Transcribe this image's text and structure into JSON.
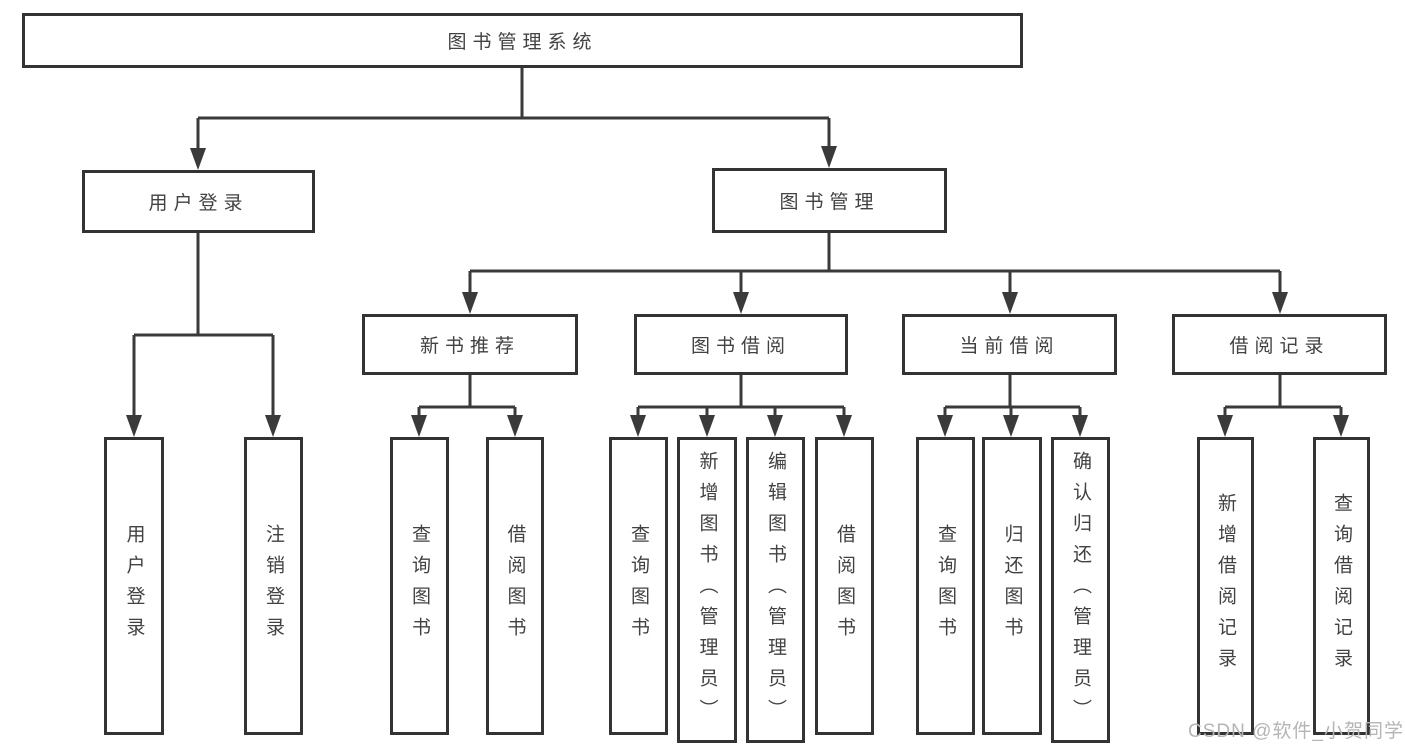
{
  "nodes": {
    "root": "图书管理系统",
    "user_login": "用户登录",
    "book_mgmt": "图书管理",
    "new_book_rec": "新书推荐",
    "book_borrow": "图书借阅",
    "current_borrow": "当前借阅",
    "borrow_records": "借阅记录",
    "leaf_user_login": "用户登录",
    "leaf_logout": "注销登录",
    "rec_query_books": "查询图书",
    "rec_borrow_books": "借阅图书",
    "bb_query_books": "查询图书",
    "bb_add_books": "新增图书（管理员）",
    "bb_edit_books": "编辑图书（管理员）",
    "bb_borrow_books": "借阅图书",
    "cb_query_books": "查询图书",
    "cb_return_books": "归还图书",
    "cb_confirm_return": "确认归还（管理员）",
    "br_add_record": "新增借阅记录",
    "br_query_record": "查询借阅记录"
  },
  "watermark": "CSDN @软件_小贺同学",
  "colors": {
    "border": "#333333",
    "line": "#3a3a3a",
    "text": "#424242",
    "watermark": "#b5b5b5",
    "background": "#ffffff"
  }
}
